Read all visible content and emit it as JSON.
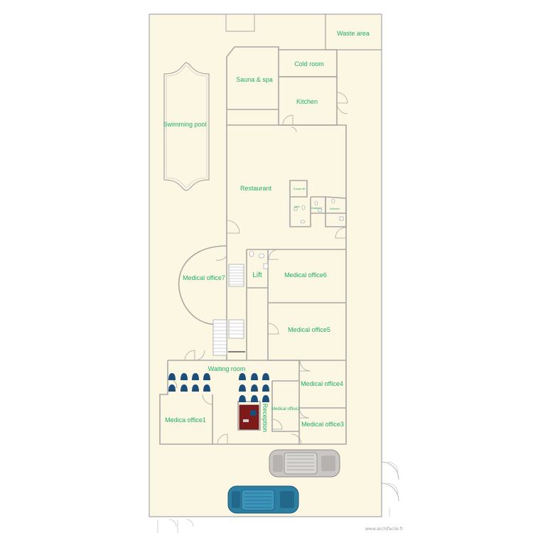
{
  "rooms": {
    "waste_area": "Waste area",
    "cold_room": "Cold room",
    "sauna_spa": "Sauna & spa",
    "kitchen": "Kitchen",
    "swimming_pool": "Swimming pool",
    "restaurant": "Restaurant",
    "medical_office_7": "Medical office7",
    "lift": "Lift",
    "medical_office_6": "Medical office6",
    "medical_office_5": "Medical office5",
    "waiting_room": "Waiting room",
    "medical_office_4": "Medical office4",
    "medical_office_3": "Medical office3",
    "medical_office_2": "Medical office2",
    "medical_office_1": "Medica office1",
    "reception": "Reception",
    "wc_small_1": "Goods lift",
    "wc_small_2": "Men",
    "wc_small_3": "Disabled",
    "wc_small_4": "Women"
  },
  "footer": {
    "credit": "www.archifacile.fr"
  },
  "colors": {
    "floor": "#fcf7e2",
    "wall": "#a7a7a7",
    "label": "#1fae6e",
    "chair": "#1d4e79",
    "desk": "#7d1a1a",
    "car_blue": "#2d7ea3",
    "car_silver": "#c9c6c3"
  }
}
